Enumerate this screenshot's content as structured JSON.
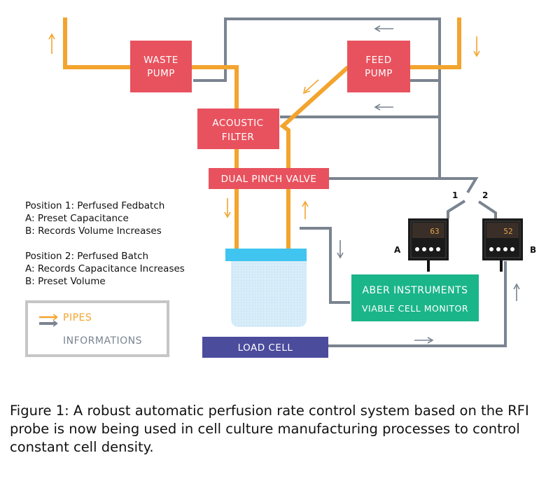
{
  "boxes": {
    "waste_pump": [
      "WASTE",
      "PUMP"
    ],
    "feed_pump": [
      "FEED",
      "PUMP"
    ],
    "acoustic_filter": [
      "ACOUSTIC",
      "FILTER"
    ],
    "dual_pinch_valve": "DUAL PINCH VALVE",
    "aber_line1": "ABER INSTRUMENTS",
    "aber_line2": "VIABLE CELL MONITOR",
    "load_cell": "LOAD CELL"
  },
  "positions": {
    "p1_title": "Position 1: Perfused Fedbatch",
    "p1_a": "A: Preset Capacitance",
    "p1_b": "B: Records Volume Increases",
    "p2_title": "Position 2: Perfused Batch",
    "p2_a": "A: Records Capacitance Increases",
    "p2_b": "B: Preset Volume"
  },
  "legend": {
    "pipes": "PIPES",
    "informations": "INFORMATIONS"
  },
  "devices": {
    "a": {
      "label": "A",
      "reading": "63"
    },
    "b": {
      "label": "B",
      "reading": "52"
    }
  },
  "switch": {
    "pos1": "1",
    "pos2": "2"
  },
  "colors": {
    "pipe": "#f3a42e",
    "info": "#7a8490",
    "pump": "#e8525e",
    "monitor": "#1bb58a",
    "load_cell": "#4b4c9c"
  },
  "caption": "Figure 1: A robust automatic perfusion rate control system based on the RFI probe is now being used in cell culture manufacturing processes to control constant cell density."
}
